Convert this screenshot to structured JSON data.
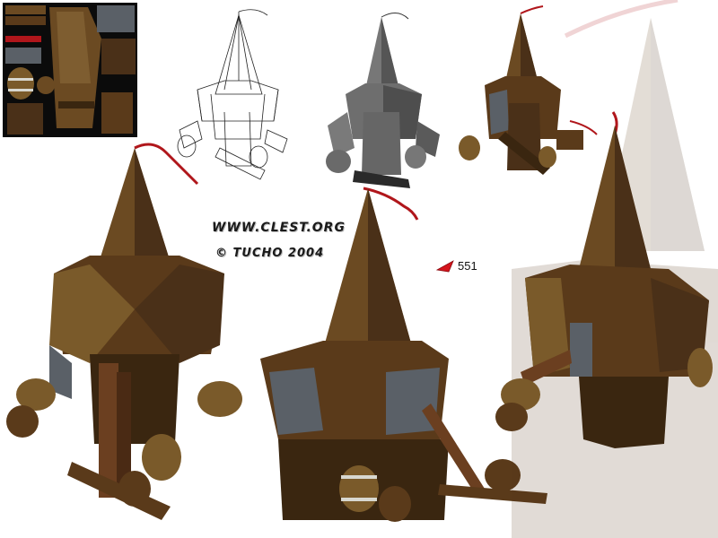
{
  "credits": {
    "website": "WWW.CLEST.ORG",
    "copyright": "© TUCHO 2004"
  },
  "poly_count": "551",
  "colors": {
    "background": "#ffffff",
    "wood_dark": "#3a2610",
    "wood_mid": "#6b4a22",
    "wood_light": "#8a6a3a",
    "flag": "#b0161b",
    "stone": "#5a6067",
    "barrel_band": "#d8d8d0"
  }
}
